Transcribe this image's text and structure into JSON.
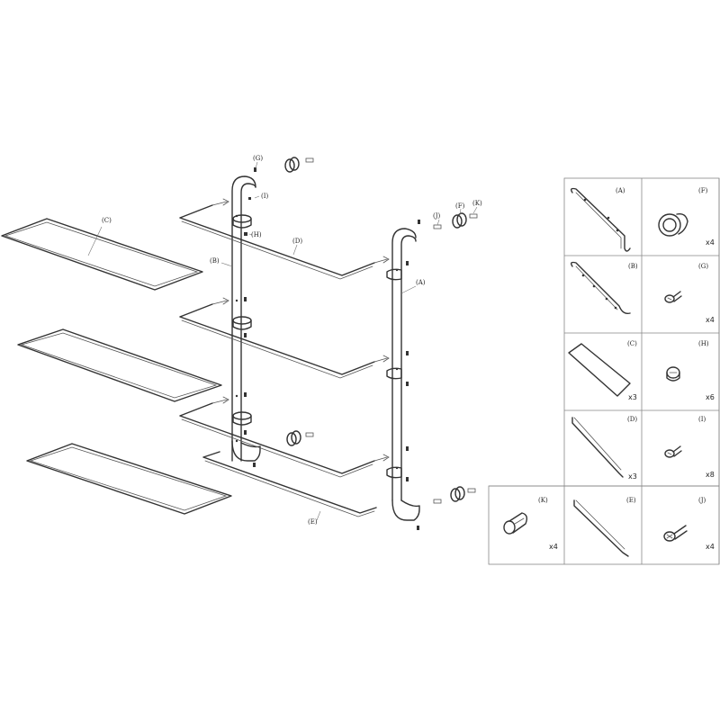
{
  "assembly_labels": {
    "A": "(A)",
    "B": "(B)",
    "C": "(C)",
    "D": "(D)",
    "E": "(E)",
    "F": "(F)",
    "G": "(G)",
    "H": "(H)",
    "I": "(I)",
    "J": "(J)",
    "K": "(K)"
  },
  "parts": [
    {
      "label": "(A)",
      "qty": ""
    },
    {
      "label": "(F)",
      "qty": "x4"
    },
    {
      "label": "(B)",
      "qty": ""
    },
    {
      "label": "(G)",
      "qty": "x4"
    },
    {
      "label": "(C)",
      "qty": "x3"
    },
    {
      "label": "(H)",
      "qty": "x6"
    },
    {
      "label": "(D)",
      "qty": "x3"
    },
    {
      "label": "(I)",
      "qty": "x8"
    },
    {
      "label": "(K)",
      "qty": "x4"
    },
    {
      "label": "(E)",
      "qty": ""
    },
    {
      "label": "(J)",
      "qty": "x4"
    }
  ]
}
